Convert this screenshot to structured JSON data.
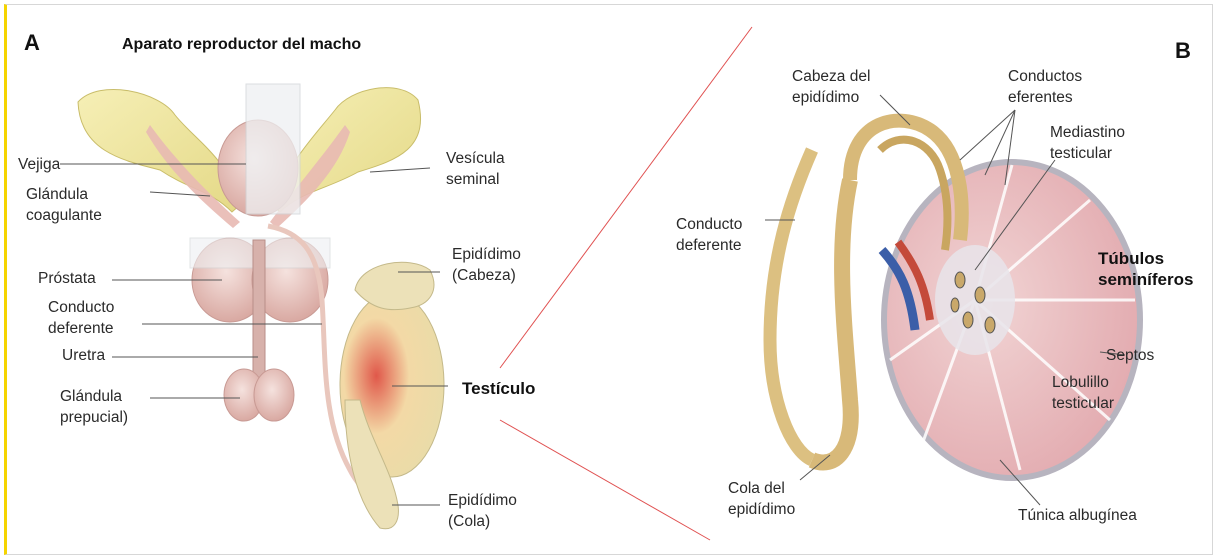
{
  "panel_a": {
    "letter": "A",
    "title": "Aparato reproductor del macho",
    "labels": {
      "vejiga": "Vejiga",
      "glandula_coagulante": "Glándula\ncoagulante",
      "prostata": "Próstata",
      "conducto_deferente": "Conducto\ndeferente",
      "uretra": "Uretra",
      "glandula_prepucial": "Glándula\nprepucial)",
      "vesicula_seminal": "Vesícula\nseminal",
      "epididimo_cabeza": "Epidídimo\n(Cabeza)",
      "testiculo": "Testículo",
      "epididimo_cola": "Epidídimo\n(Cola)"
    }
  },
  "panel_b": {
    "letter": "B",
    "labels": {
      "cabeza_epididimo": "Cabeza del\nepidídimo",
      "conductos_eferentes": "Conductos\neferentes",
      "mediastino": "Mediastino\ntesticular",
      "conducto_deferente": "Conducto\ndeferente",
      "tubulos": "Túbulos\nseminíferos",
      "septos": "Septos",
      "lobulillo": "Lobulillo\ntesticular",
      "cola_epididimo": "Cola del\nepidídimo",
      "tunica": "Túnica albugínea"
    }
  },
  "colors": {
    "vesicle_yellow": "#f2e9a0",
    "tissue_pink": "#e9c4bd",
    "duct_tan": "#d8b979",
    "testis_red": "#e0584a",
    "tubule_pink": "#e9aeb1",
    "frame_yellow": "#f5d400",
    "pointer_red": "#e05050"
  }
}
